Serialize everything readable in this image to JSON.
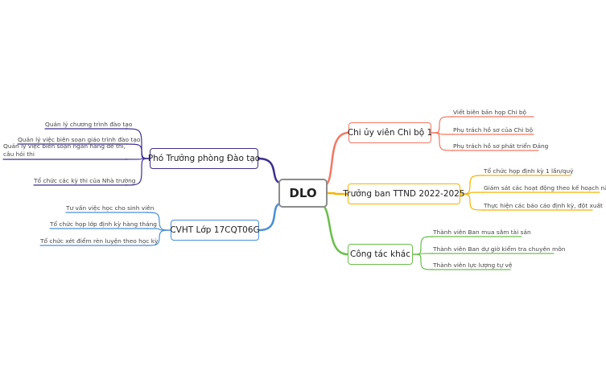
{
  "central": {
    "label": "DLO",
    "color": "#8c8c8c"
  },
  "branches": [
    {
      "label": "Chi ủy viên Chi bộ 1",
      "color": "#f27963",
      "leaves": [
        "Viết biên bản họp Chi bộ",
        "Phụ trách hồ sơ của Chi bộ",
        "Phụ trách hồ sơ phát triển Đảng"
      ]
    },
    {
      "label": "Trưởng ban TTND 2022-2025",
      "color": "#f5b400",
      "leaves": [
        "Tổ chức họp định kỳ 1 lần/quý",
        "Giám sát các hoạt động theo kế hoạch năm",
        "Thực hiện các báo cáo định kỳ, đột xuất"
      ]
    },
    {
      "label": "Công tác khác",
      "color": "#6abf4b",
      "leaves": [
        "Thành viên Ban mua sắm tài sản",
        "Thành viên Ban dự giờ kiểm tra chuyên môn",
        "Thành viên lực lượng tự vệ"
      ]
    },
    {
      "label": "Phó Trưởng phòng Đào tạo",
      "color": "#3d2f8f",
      "leaves": [
        "Quản lý chương trình đào tạo",
        "Quản lý việc biên soạn giáo trình đào tạo",
        "Quản lý việc biên soạn ngân hàng đề thi, câu hỏi thi",
        "Tổ chức các kỳ thi của Nhà trường"
      ]
    },
    {
      "label": "CVHT Lớp 17CQT06G",
      "color": "#4a90d9",
      "leaves": [
        "Tư vấn việc học cho sinh viên",
        "Tổ chức họp lớp định kỳ hàng tháng",
        "Tổ chức xét điểm rèn luyện theo học kỳ"
      ]
    }
  ]
}
